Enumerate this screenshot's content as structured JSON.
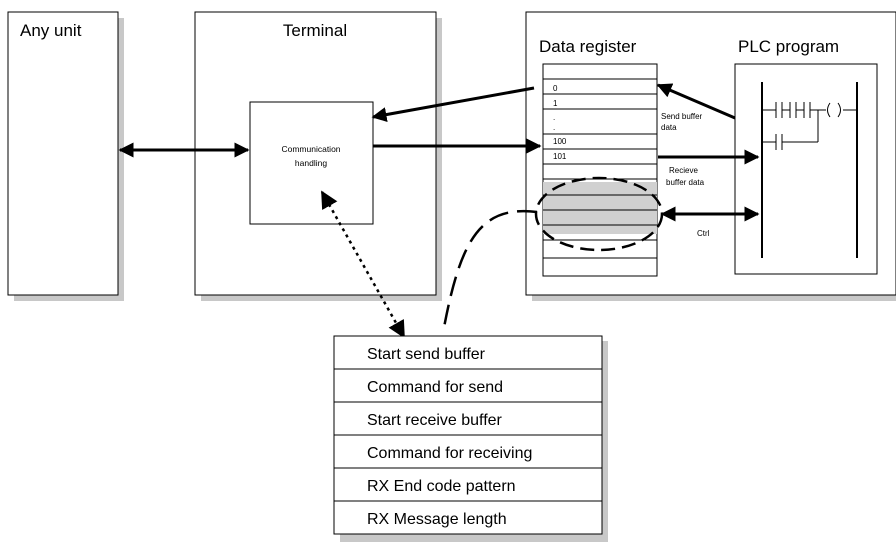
{
  "any_unit": {
    "title": "Any unit"
  },
  "terminal": {
    "title": "Terminal",
    "comm_line1": "Communication",
    "comm_line2": "handling"
  },
  "data_register": {
    "title": "Data register",
    "rows": [
      "0",
      "1",
      ".",
      ".",
      "100",
      "101"
    ]
  },
  "plc": {
    "title": "PLC program"
  },
  "labels": {
    "send_buffer_1": "Send buffer",
    "send_buffer_2": "data",
    "receive_buffer_1": "Recieve",
    "receive_buffer_2": "buffer data",
    "ctrl": "Ctrl"
  },
  "settings_table": {
    "rows": [
      "Start send buffer",
      "Command for send",
      "Start receive buffer",
      "Command for receiving",
      "RX End code pattern",
      "RX Message length"
    ]
  }
}
